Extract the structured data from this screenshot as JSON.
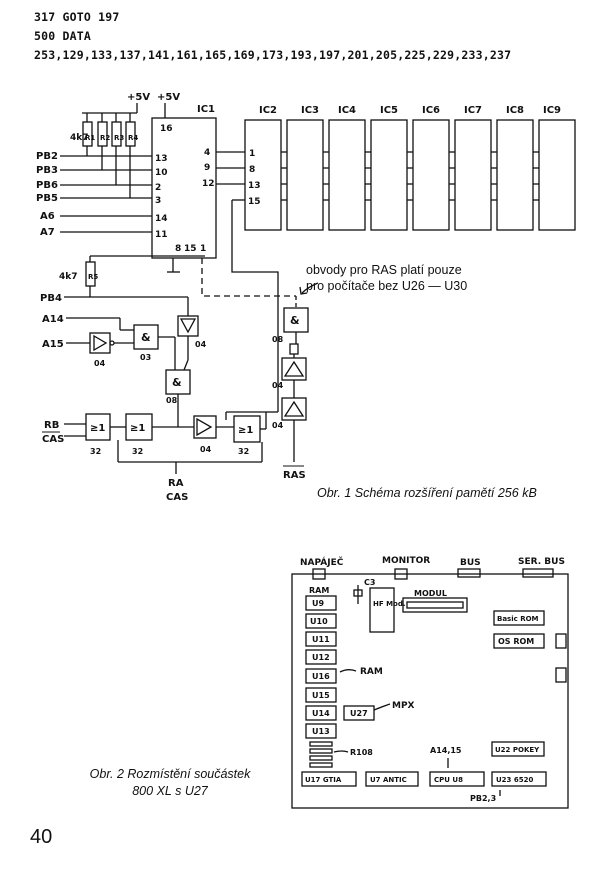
{
  "listing": {
    "line1": "317 GOTO 197",
    "line2": "500 DATA",
    "line3": "253,129,133,137,141,161,165,169,173,193,197,201,205,225,229,233,237"
  },
  "fig1": {
    "ic_labels": [
      "IC1",
      "IC2",
      "IC3",
      "IC4",
      "IC5",
      "IC6",
      "IC7",
      "IC8",
      "IC9"
    ],
    "supply_1": "+5V",
    "supply_2": "+5V",
    "resistor_value": "4k7",
    "resistor_names": [
      "R1",
      "R2",
      "R3",
      "R4"
    ],
    "input_signals": [
      "PB2",
      "PB3",
      "PB6",
      "PB5",
      "A6",
      "A7"
    ],
    "ic1_left_pins": [
      "16",
      "13",
      "10",
      "2",
      "3",
      "14",
      "11"
    ],
    "ic1_bottom_pins": [
      "8",
      "15",
      "1"
    ],
    "ic1_right_pins": [
      "4",
      "9",
      "12"
    ],
    "ic2_pins": [
      "1",
      "8",
      "13",
      "15"
    ],
    "resistor2_value": "4k7",
    "resistor2_name": "R5",
    "signals_lower": [
      "PB4",
      "A14",
      "A15",
      "RB",
      "CAS",
      "RA",
      "CAS",
      "RAS"
    ],
    "gate_labels": [
      "04",
      "03",
      "04",
      "08",
      "32",
      "32",
      "04",
      "32",
      "08",
      "04",
      "04"
    ],
    "gate_symbols": [
      "&",
      "&",
      "≥1",
      "≥1",
      "≥1"
    ],
    "note_line1": "obvody pro RAS platí pouze",
    "note_line2": "pro počítače bez U26 — U30",
    "caption": "Obr. 1  Schéma rozšíření pamětí 256 kB"
  },
  "fig2": {
    "connectors": [
      "NAPÁJEČ",
      "MONITOR",
      "BUS",
      "SER. BUS"
    ],
    "labels": [
      "RAM",
      "C3",
      "HF Mod.",
      "MODUL",
      "Basic ROM",
      "OS ROM",
      "RAM",
      "MPX",
      "R108",
      "A14,15",
      "PB2,3"
    ],
    "ram_chips": [
      "U9",
      "U10",
      "U11",
      "U12",
      "U16",
      "U15",
      "U14",
      "U13"
    ],
    "mpx_chips": [
      "U27"
    ],
    "bottom_chips": [
      "U17 GTIA",
      "U7 ANTIC",
      "CPU U8",
      "U23 6520"
    ],
    "pokey_chip": "U22 POKEY",
    "caption_line1": "Obr. 2  Rozmístění součástek",
    "caption_line2": "800 XL s U27"
  },
  "page_number": "40"
}
